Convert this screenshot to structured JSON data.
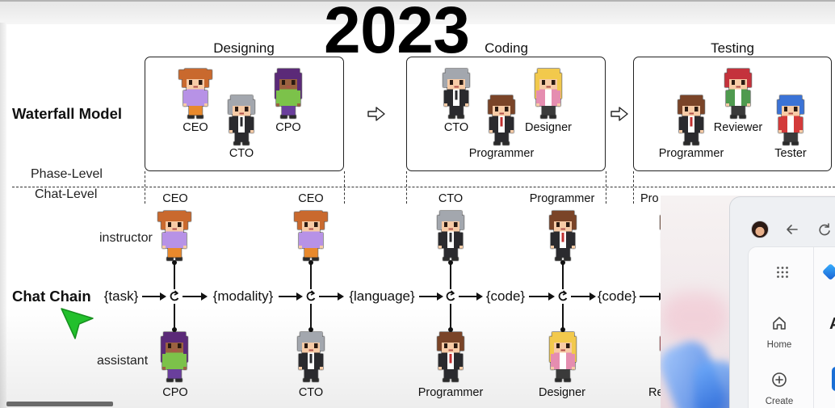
{
  "overlay_year": "2023",
  "waterfall": {
    "label": "Waterfall Model",
    "phase_level_label": "Phase-Level",
    "chat_level_label": "Chat-Level",
    "phases": [
      {
        "name": "Designing",
        "roles": [
          "CEO",
          "CTO",
          "CPO"
        ]
      },
      {
        "name": "Coding",
        "roles": [
          "CTO",
          "Programmer",
          "Designer"
        ]
      },
      {
        "name": "Testing",
        "roles": [
          "Programmer",
          "Reviewer",
          "Tester"
        ]
      }
    ]
  },
  "chat_chain": {
    "label": "Chat Chain",
    "instructor_label": "instructor",
    "assistant_label": "assistant",
    "instructors": [
      "CEO",
      "CEO",
      "CTO",
      "Programmer",
      "Pro"
    ],
    "assistants": [
      "CPO",
      "CTO",
      "Programmer",
      "Designer",
      "Re"
    ],
    "messages": [
      "{task}",
      "{modality}",
      "{language}",
      "{code}",
      "{code}"
    ]
  },
  "pip_browser": {
    "apps_icon": "apps-grid-icon",
    "nav": [
      {
        "label": "Home",
        "icon": "home-icon"
      },
      {
        "label": "Create",
        "icon": "plus-circle-icon"
      }
    ],
    "content_letter": "A"
  },
  "cursor": {
    "icon": "pointer-cursor-icon",
    "color": "#22c02c"
  }
}
